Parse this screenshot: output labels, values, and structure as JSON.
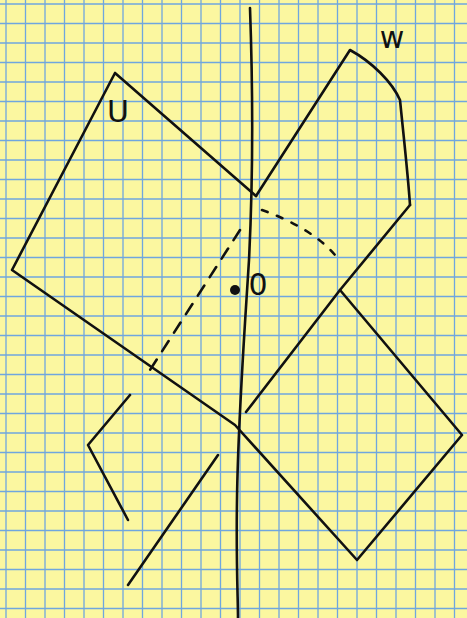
{
  "diagram": {
    "labels": [
      "U",
      "w",
      "0"
    ]
  }
}
